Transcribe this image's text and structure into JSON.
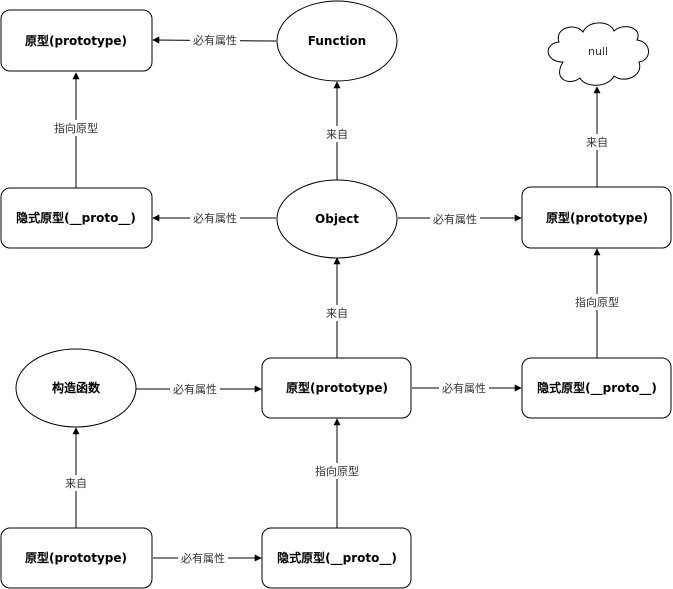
{
  "diagram": {
    "nodes": {
      "proto_top_left": "原型(prototype)",
      "function": "Function",
      "null": "null",
      "hidden_mid_left": "隐式原型(__proto__)",
      "object": "Object",
      "proto_right": "原型(prototype)",
      "constructor": "构造函数",
      "proto_center": "原型(prototype)",
      "hidden_right": "隐式原型(__proto__)",
      "proto_bottom_left": "原型(prototype)",
      "hidden_bottom": "隐式原型(__proto__)"
    },
    "edges": {
      "function_to_proto": "必有属性",
      "hidden_to_proto": "指向原型",
      "object_to_function": "来自",
      "proto_right_to_null": "来自",
      "object_to_hidden": "必有属性",
      "object_to_proto_right": "必有属性",
      "proto_center_to_object": "来自",
      "hidden_right_to_proto_right": "指向原型",
      "constructor_to_proto_center": "必有属性",
      "proto_center_to_hidden_right": "必有属性",
      "proto_bottom_to_constructor": "来自",
      "hidden_bottom_to_proto_center": "指向原型",
      "proto_bottom_to_hidden_bottom": "必有属性"
    }
  }
}
